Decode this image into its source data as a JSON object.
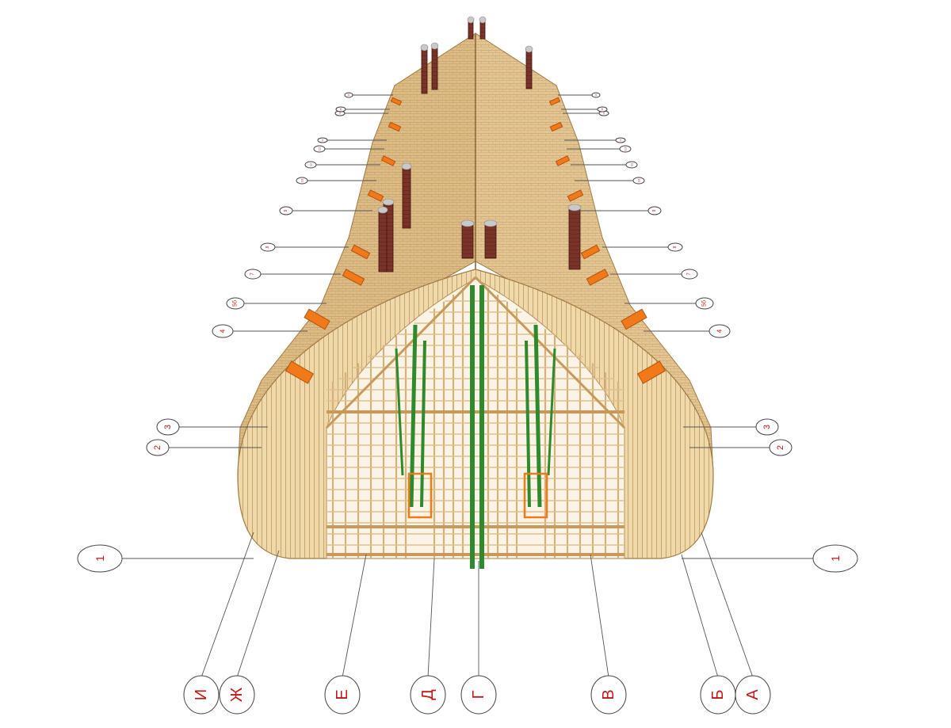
{
  "axis_letters": [
    "И",
    "Ж",
    "Е",
    "Д",
    "Г",
    "В",
    "Б",
    "А"
  ],
  "axis_numbers_left": [
    "1",
    "2",
    "3",
    "4",
    "5б",
    "7",
    "8",
    "9",
    "10",
    "11",
    "12",
    "13",
    "14",
    "15",
    "16"
  ],
  "axis_numbers_right": [
    "1",
    "2",
    "3",
    "4",
    "5б",
    "7",
    "8",
    "9",
    "10",
    "11",
    "12",
    "13",
    "14",
    "15",
    "16"
  ],
  "colors": {
    "wood": "#e8cd9b",
    "wood_dark": "#c9a86a",
    "roof": "#d6b27c",
    "chimney": "#6b2a24",
    "window": "#f07a1a",
    "post_green": "#2e8a2e",
    "label_red": "#c01818",
    "leader": "#555555"
  }
}
